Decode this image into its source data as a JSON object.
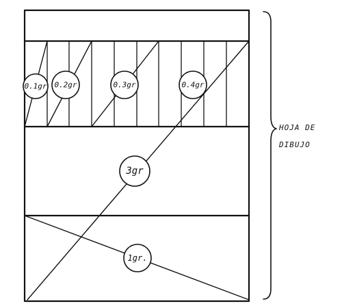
{
  "labels": {
    "circle_01": "0.1gr",
    "circle_02": "0.2gr",
    "circle_03": "0.3gr",
    "circle_04": "0.4gr",
    "circle_3": "3gr",
    "circle_1": "1gr."
  },
  "side_label": {
    "line1": "HOJA DE",
    "line2": "DIBUJO"
  }
}
